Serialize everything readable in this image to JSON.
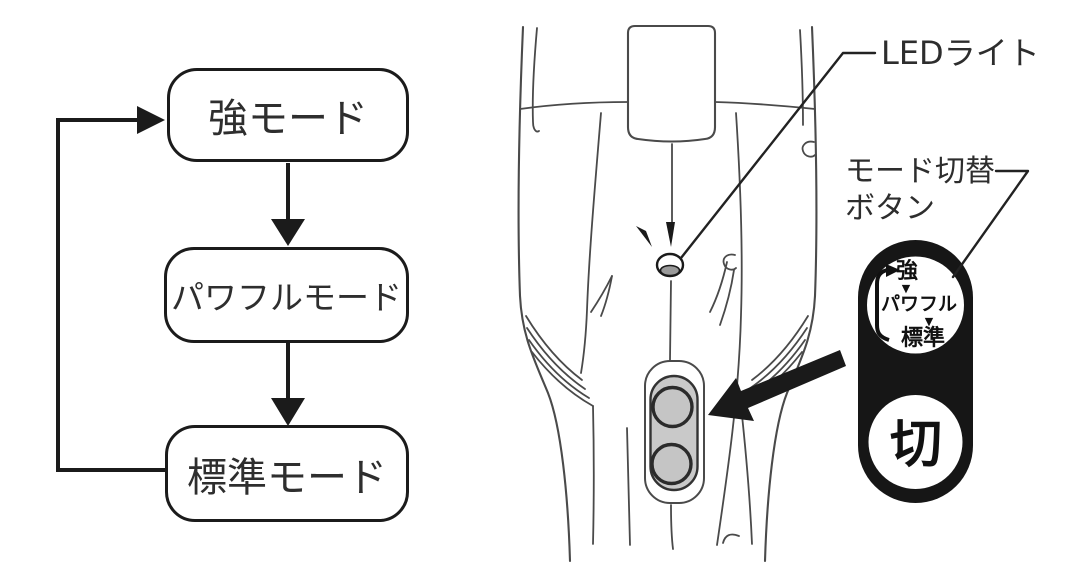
{
  "flowchart": {
    "modes": [
      {
        "label": "強モード"
      },
      {
        "label": "パワフルモード"
      },
      {
        "label": "標準モード"
      }
    ]
  },
  "callouts": {
    "led": "LEDライト",
    "mode_button_line1": "モード切替",
    "mode_button_line2": "ボタン"
  },
  "pill": {
    "sequence": [
      "強",
      "パワフル",
      "標準"
    ],
    "arrow_glyph": "▼",
    "off_label": "切"
  },
  "colors": {
    "line": "#1b1b1b",
    "art_line": "#4a4a4a",
    "pill_fill": "#161616",
    "button_panel_gray": "#c9c9c9",
    "button_circle_gray": "#c5c5c5",
    "led_lens_gray": "#9a9a9a",
    "background": "#ffffff"
  }
}
